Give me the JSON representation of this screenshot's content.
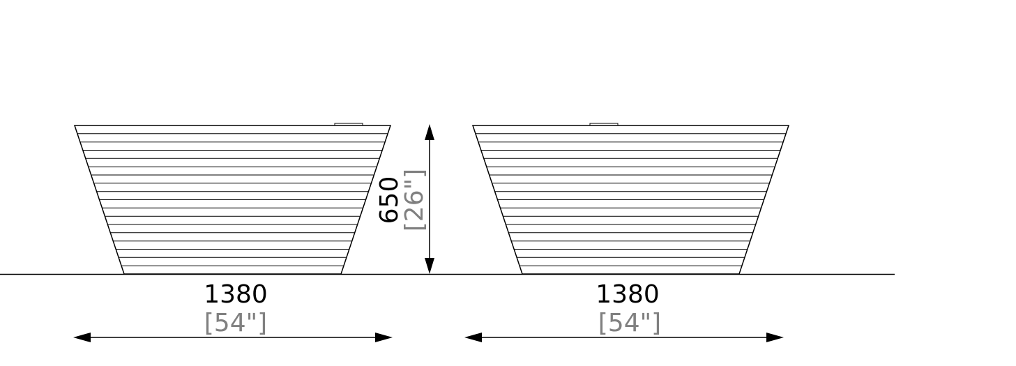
{
  "colors": {
    "line": "#000000",
    "imperial": "#808080",
    "background": "#ffffff"
  },
  "dimensions": {
    "height": {
      "metric": "650",
      "imperial": "[26\"]"
    },
    "width_left": {
      "metric": "1380",
      "imperial": "[54\"]"
    },
    "width_right": {
      "metric": "1380",
      "imperial": "[54\"]"
    }
  },
  "planter": {
    "slat_count": 18
  }
}
